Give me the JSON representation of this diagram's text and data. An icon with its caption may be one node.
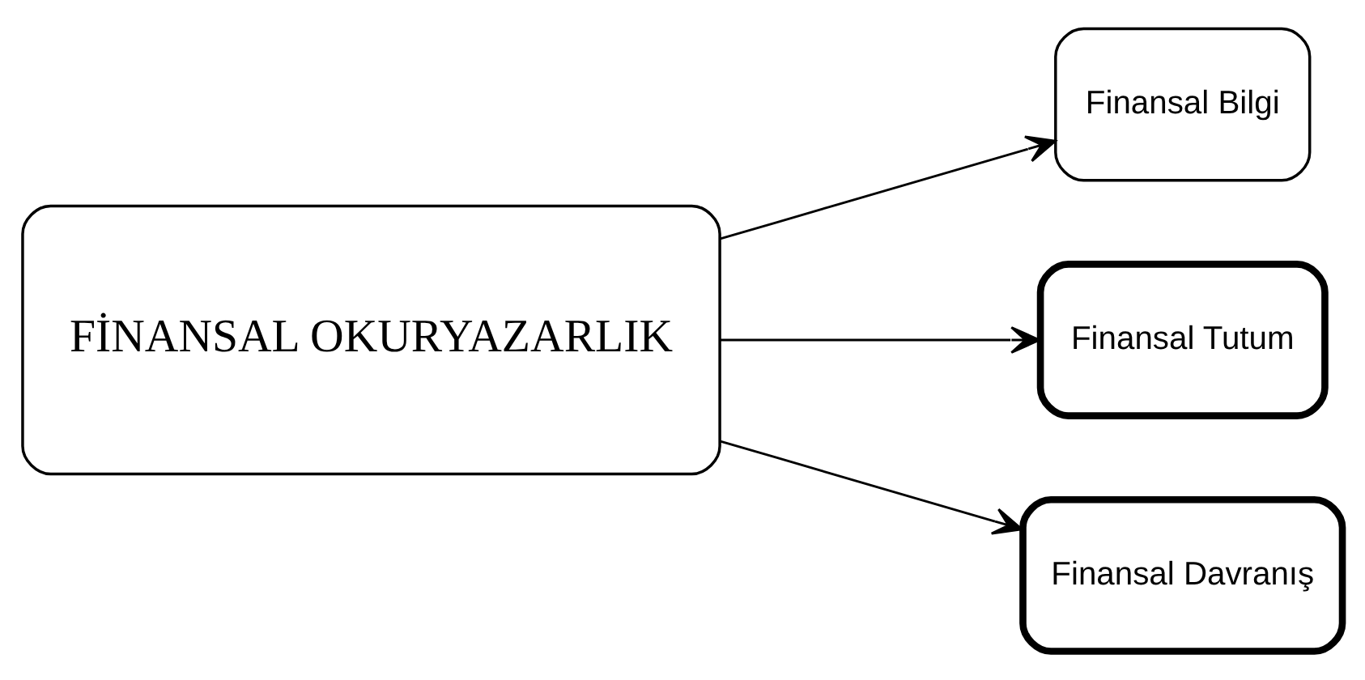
{
  "diagram": {
    "nodes": [
      {
        "text": [
          "FİNANSAL OKURYAZARLIK"
        ]
      },
      {
        "text": [
          "Finansal Bilgi"
        ]
      },
      {
        "text": [
          "Finansal Tutum"
        ]
      },
      {
        "text": [
          "Finansal Davranış"
        ]
      }
    ],
    "edges": [
      {
        "from": 0,
        "to": 1,
        "arrow": "to"
      },
      {
        "from": 0,
        "to": 2,
        "arrow": "to"
      },
      {
        "from": 0,
        "to": 3,
        "arrow": "to"
      }
    ]
  }
}
